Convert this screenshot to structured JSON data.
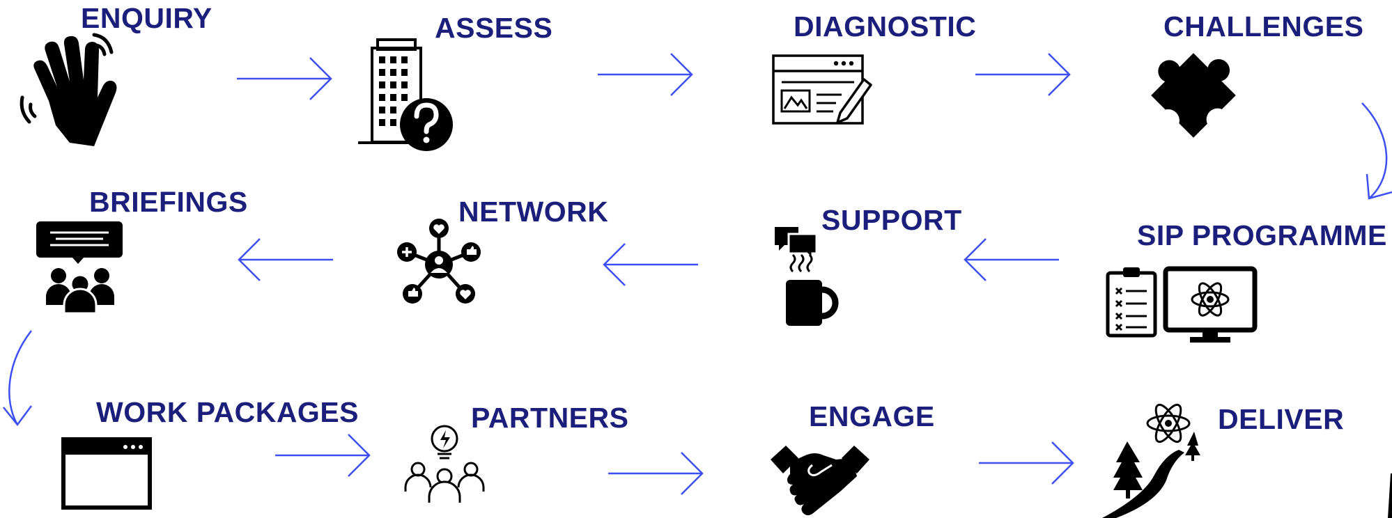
{
  "colors": {
    "label": "#1b1e7a",
    "arrow": "#3c4ef5",
    "icon": "#000000",
    "background": "#ffffff"
  },
  "steps": [
    {
      "label": "ENQUIRY",
      "icon": "waving-hand-icon"
    },
    {
      "label": "ASSESS",
      "icon": "building-question-icon"
    },
    {
      "label": "DIAGNOSTIC",
      "icon": "browser-pencil-icon"
    },
    {
      "label": "CHALLENGES",
      "icon": "puzzle-piece-icon"
    },
    {
      "label": "SIP PROGRAMME",
      "icon": "checklist-monitor-atom-icon"
    },
    {
      "label": "SUPPORT",
      "icon": "chat-coffee-icon"
    },
    {
      "label": "NETWORK",
      "icon": "social-network-icon"
    },
    {
      "label": "BRIEFINGS",
      "icon": "meeting-briefing-icon"
    },
    {
      "label": "WORK PACKAGES",
      "icon": "browser-window-icon"
    },
    {
      "label": "PARTNERS",
      "icon": "team-lightbulb-icon"
    },
    {
      "label": "ENGAGE",
      "icon": "handshake-icon"
    },
    {
      "label": "DELIVER",
      "icon": "atom-road-trees-icon"
    }
  ]
}
